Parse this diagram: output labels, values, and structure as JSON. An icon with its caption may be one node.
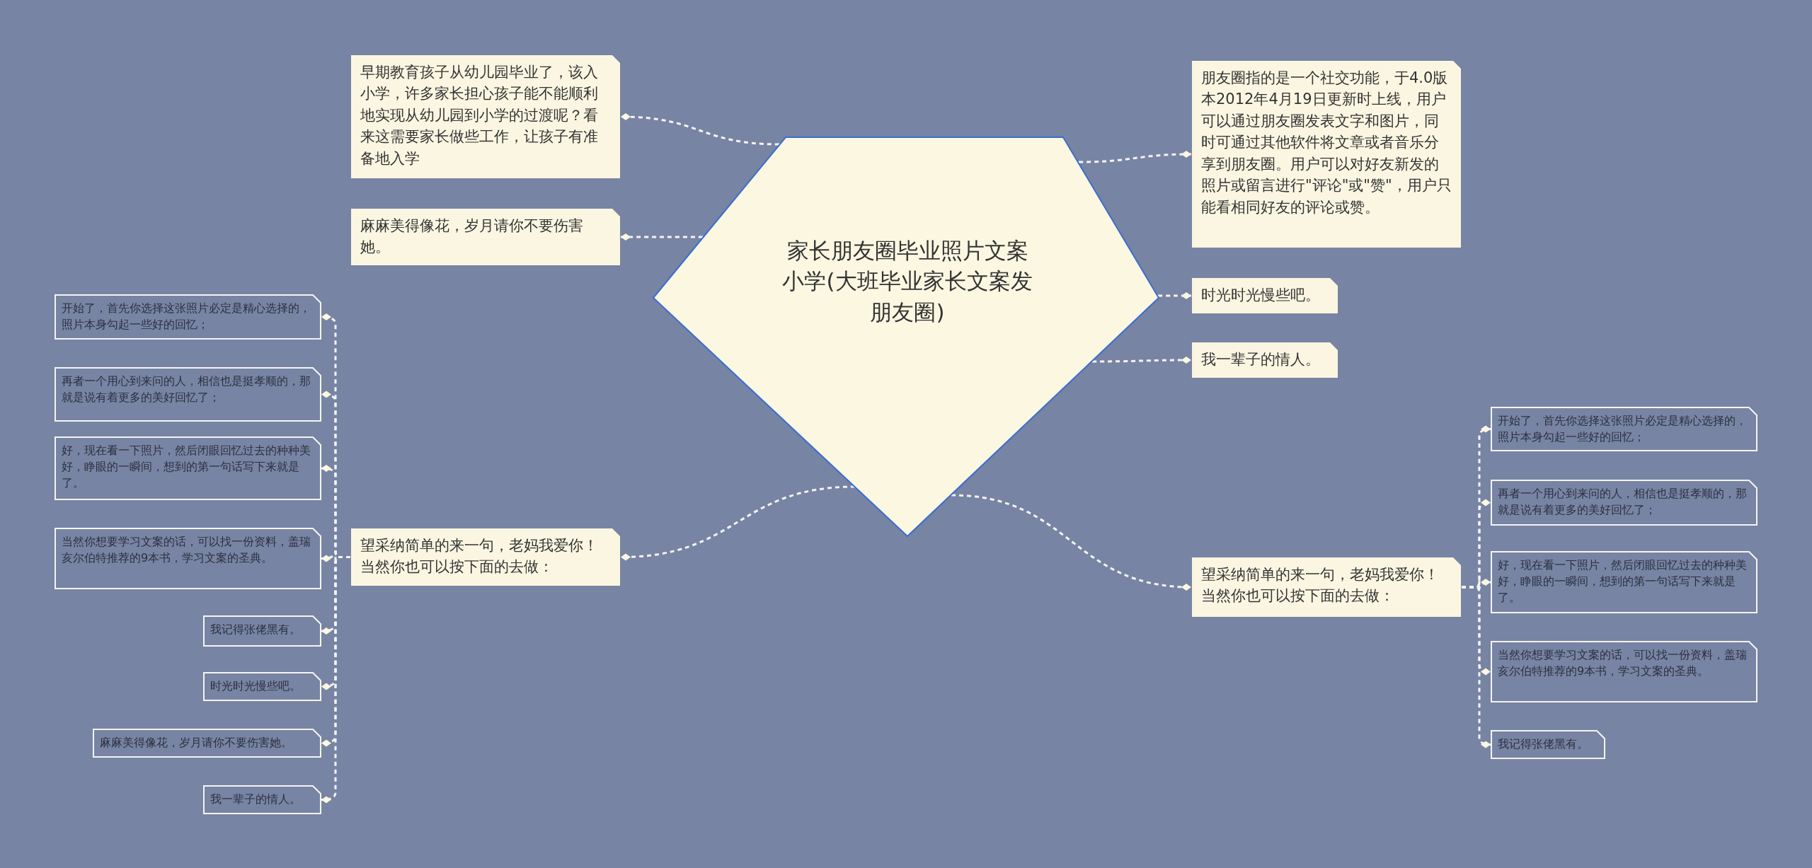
{
  "diagram": {
    "nodes": [
      {
        "text": [
          "家长朋友圈毕业照片文案小学(大班毕业家长文案发朋友圈)"
        ]
      },
      {
        "text": [
          "早期教育孩子从幼儿园毕业了，该入小学，许多家长担心孩子能不能顺利地实现从幼儿园到小学的过渡呢？看来这需要家长做些工作，让孩子有准备地入学"
        ]
      },
      {
        "text": [
          "麻麻美得像花，岁月请你不要伤害她。"
        ]
      },
      {
        "text": [
          "朋友圈指的是一个社交功能，于4.0版本2012年4月19日更新时上线，用户可以通过朋友圈发表文字和图片，同时可通过其他软件将文章或者音乐分享到朋友圈。用户可以对好友新发的照片或留言进行\"评论\"或\"赞\"，用户只能看相同好友的评论或赞。"
        ]
      },
      {
        "text": [
          "时光时光慢些吧。"
        ]
      },
      {
        "text": [
          "我一辈子的情人。"
        ]
      },
      {
        "text": [
          "望采纳简单的来一句，老妈我爱你！当然你也可以按下面的去做："
        ]
      },
      {
        "text": [
          "望采纳简单的来一句，老妈我爱你！当然你也可以按下面的去做："
        ]
      },
      {
        "text": [
          "开始了，首先你选择这张照片必定是精心选择的，照片本身勾起一些好的回忆；"
        ]
      },
      {
        "text": [
          "再者一个用心到来问的人，相信也是挺孝顺的，那就是说有着更多的美好回忆了；"
        ]
      },
      {
        "text": [
          "好，现在看一下照片，然后闭眼回忆过去的种种美好，睁眼的一瞬间，想到的第一句话写下来就是了。"
        ]
      },
      {
        "text": [
          "当然你想要学习文案的话，可以找一份资料，盖瑞亥尔伯特推荐的9本书，学习文案的圣典。"
        ]
      },
      {
        "text": [
          "我记得张佬黑有。"
        ]
      },
      {
        "text": [
          "时光时光慢些吧。"
        ]
      },
      {
        "text": [
          "麻麻美得像花，岁月请你不要伤害她。"
        ]
      },
      {
        "text": [
          "我一辈子的情人。"
        ]
      },
      {
        "text": [
          "开始了，首先你选择这张照片必定是精心选择的，照片本身勾起一些好的回忆；"
        ]
      },
      {
        "text": [
          "再者一个用心到来问的人，相信也是挺孝顺的，那就是说有着更多的美好回忆了；"
        ]
      },
      {
        "text": [
          "好，现在看一下照片，然后闭眼回忆过去的种种美好，睁眼的一瞬间，想到的第一句话写下来就是了。"
        ]
      },
      {
        "text": [
          "当然你想要学习文案的话，可以找一份资料，盖瑞亥尔伯特推荐的9本书，学习文案的圣典。"
        ]
      },
      {
        "text": [
          "我记得张佬黑有。"
        ]
      }
    ],
    "edges": [
      {
        "from": 0,
        "to": 1,
        "arrow": "other",
        "style": "dashed"
      },
      {
        "from": 0,
        "to": 2,
        "arrow": "other",
        "style": "dashed"
      },
      {
        "from": 0,
        "to": 3,
        "arrow": "other",
        "style": "dashed"
      },
      {
        "from": 0,
        "to": 4,
        "arrow": "other",
        "style": "dashed"
      },
      {
        "from": 0,
        "to": 5,
        "arrow": "other",
        "style": "dashed"
      },
      {
        "from": 0,
        "to": 6,
        "arrow": "other",
        "style": "dashed"
      },
      {
        "from": 0,
        "to": 7,
        "arrow": "other",
        "style": "dashed"
      },
      {
        "from": 6,
        "to": 8,
        "arrow": "other",
        "style": "dashed"
      },
      {
        "from": 6,
        "to": 9,
        "arrow": "other",
        "style": "dashed"
      },
      {
        "from": 6,
        "to": 10,
        "arrow": "other",
        "style": "dashed"
      },
      {
        "from": 6,
        "to": 11,
        "arrow": "other",
        "style": "dashed"
      },
      {
        "from": 6,
        "to": 12,
        "arrow": "other",
        "style": "dashed"
      },
      {
        "from": 6,
        "to": 13,
        "arrow": "other",
        "style": "dashed"
      },
      {
        "from": 6,
        "to": 14,
        "arrow": "other",
        "style": "dashed"
      },
      {
        "from": 6,
        "to": 15,
        "arrow": "other",
        "style": "dashed"
      },
      {
        "from": 7,
        "to": 16,
        "arrow": "other",
        "style": "dashed"
      },
      {
        "from": 7,
        "to": 17,
        "arrow": "other",
        "style": "dashed"
      },
      {
        "from": 7,
        "to": 18,
        "arrow": "other",
        "style": "dashed"
      },
      {
        "from": 7,
        "to": 19,
        "arrow": "other",
        "style": "dashed"
      },
      {
        "from": 7,
        "to": 20,
        "arrow": "other",
        "style": "dashed"
      }
    ]
  }
}
